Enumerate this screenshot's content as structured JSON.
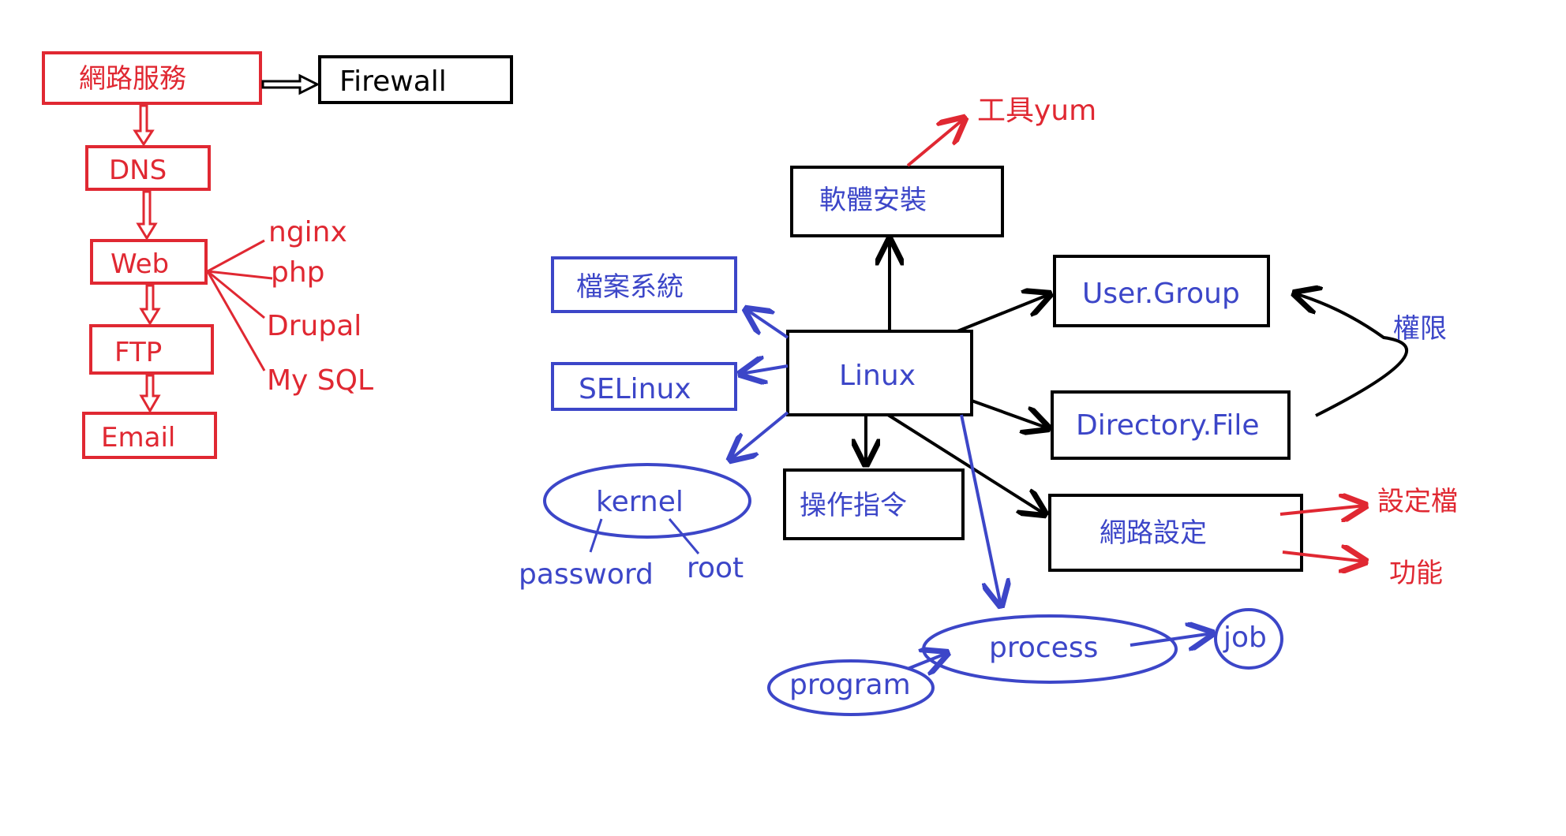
{
  "colors": {
    "red": "#e02832",
    "blue": "#3c46c8",
    "black": "#000000",
    "background": "#ffffff"
  },
  "network_services": {
    "root": "網路服務",
    "firewall": "Firewall",
    "dns": "DNS",
    "web": "Web",
    "ftp": "FTP",
    "email": "Email",
    "web_items": [
      "nginx",
      "php",
      "Drupal",
      "My SQL"
    ]
  },
  "linux_map": {
    "center": "Linux",
    "software_install": "軟體安裝",
    "tool_yum": "工具yum",
    "file_system": "檔案系統",
    "selinux": "SELinux",
    "kernel": "kernel",
    "password": "password",
    "root": "root",
    "operation_commands": "操作指令",
    "user_group": "User.Group",
    "directory_file": "Directory.File",
    "permissions": "權限",
    "network_settings": "網路設定",
    "config_file": "設定檔",
    "function": "功能",
    "process": "process",
    "program": "program",
    "job": "job"
  }
}
